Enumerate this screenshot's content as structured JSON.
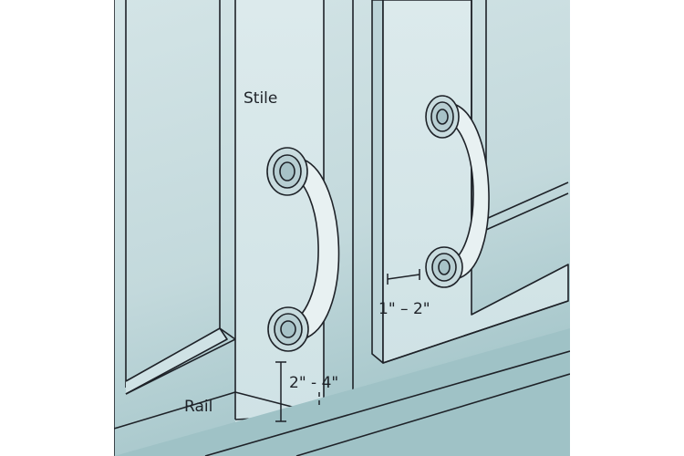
{
  "labels": {
    "stile": "Stile",
    "rail": "Rail",
    "rail_spacing": "2\" - 4\"",
    "edge_spacing": "1\" – 2\""
  },
  "colors": {
    "background": "#ffffff",
    "wall_top": "#c8dcdf",
    "wall_bottom": "#9fc2c6",
    "cabinet_face": "#dfecee",
    "panel_face": "#d6e7ea",
    "edge_shade": "#bcd4d8",
    "handle_fill": "#e8f1f2",
    "line": "#1e2228"
  },
  "icons": {
    "left_handle": "arched-pull-handle-icon",
    "right_handle": "arched-pull-handle-icon"
  }
}
